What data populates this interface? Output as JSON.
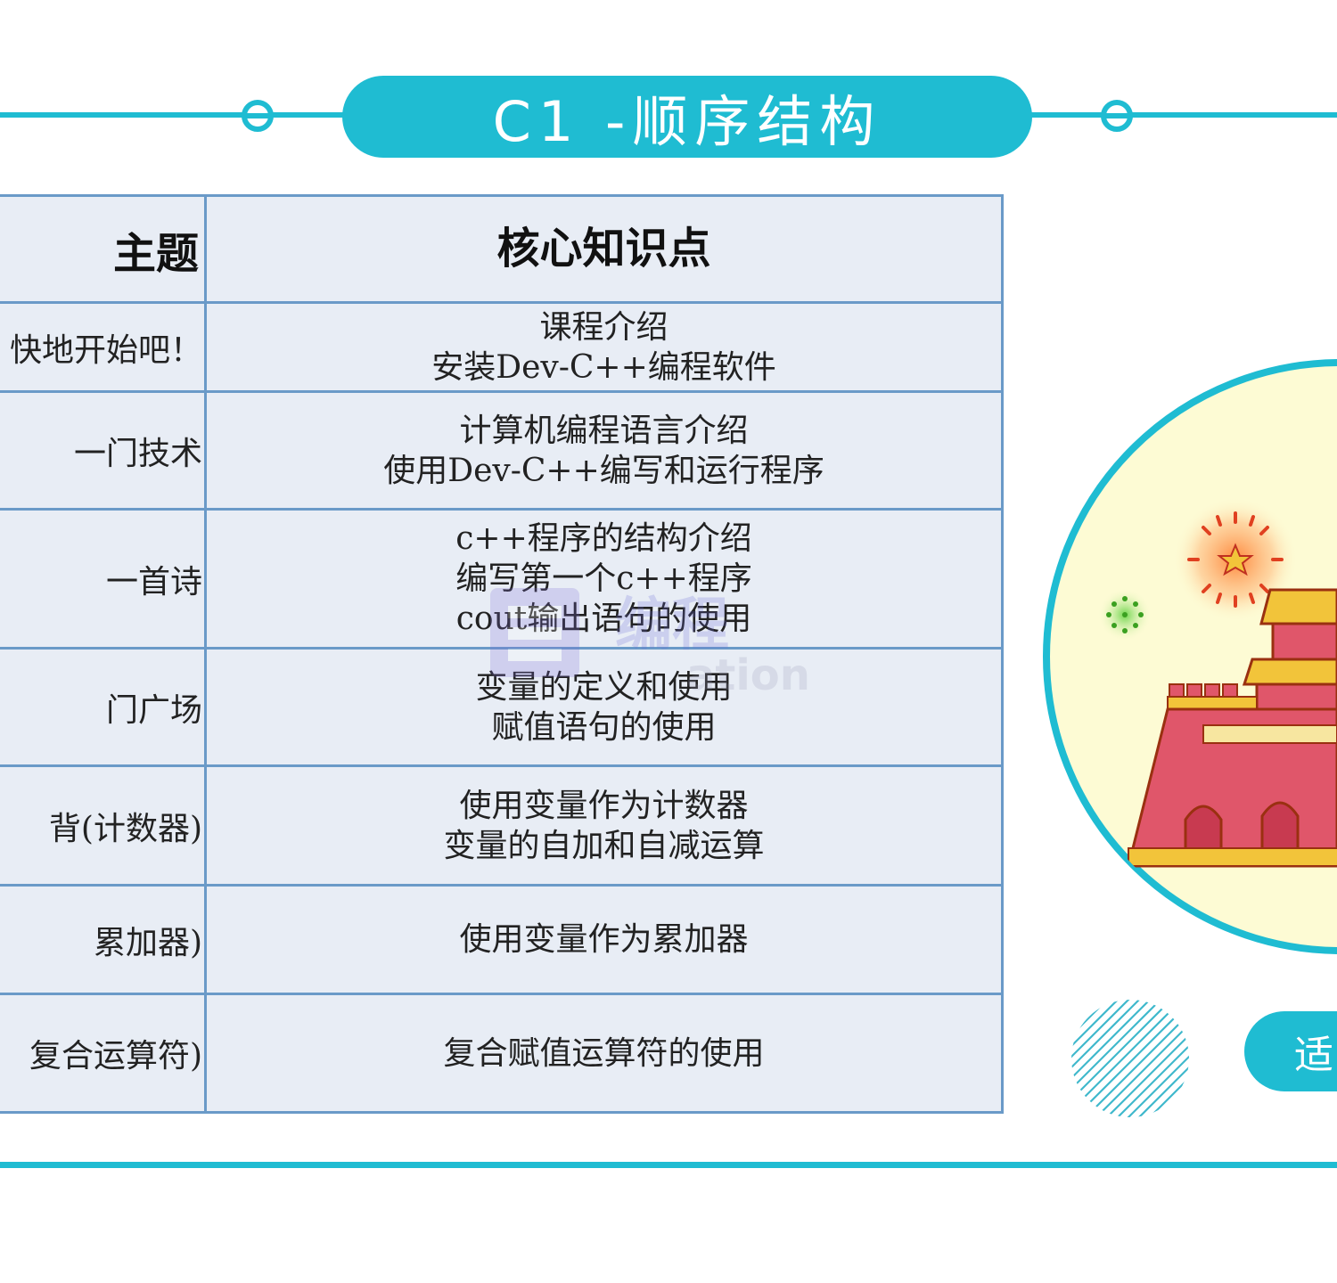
{
  "title": "C1 -顺序结构",
  "table": {
    "headers": {
      "topic": "主题",
      "points": "核心知识点"
    },
    "rows": [
      {
        "topic": "快地开始吧！",
        "points": [
          "课程介绍",
          "安装Dev-C++编程软件"
        ]
      },
      {
        "topic": "一门技术",
        "points": [
          "计算机编程语言介绍",
          "使用Dev-C++编写和运行程序"
        ]
      },
      {
        "topic": "一首诗",
        "points": [
          "c++程序的结构介绍",
          "编写第一个c++程序",
          "cout输出语句的使用"
        ]
      },
      {
        "topic": "门广场",
        "points": [
          "变量的定义和使用",
          "赋值语句的使用"
        ]
      },
      {
        "topic": "背(计数器)",
        "points": [
          "使用变量作为计数器",
          "变量的自加和自减运算"
        ]
      },
      {
        "topic": "累加器)",
        "points": [
          "使用变量作为累加器"
        ]
      },
      {
        "topic": "复合运算符)",
        "points": [
          "复合赋值运算符的使用"
        ]
      }
    ]
  },
  "watermark": {
    "line1": "编程",
    "line2": "ation"
  },
  "suit_label": "适",
  "colors": {
    "accent": "#1fbcd2",
    "table_bg": "#e8edf5",
    "table_border": "#6a9ac8",
    "illustration_bg": "#fdfbd4",
    "gate_red": "#e0566a",
    "roof_yellow": "#f2c43a"
  }
}
